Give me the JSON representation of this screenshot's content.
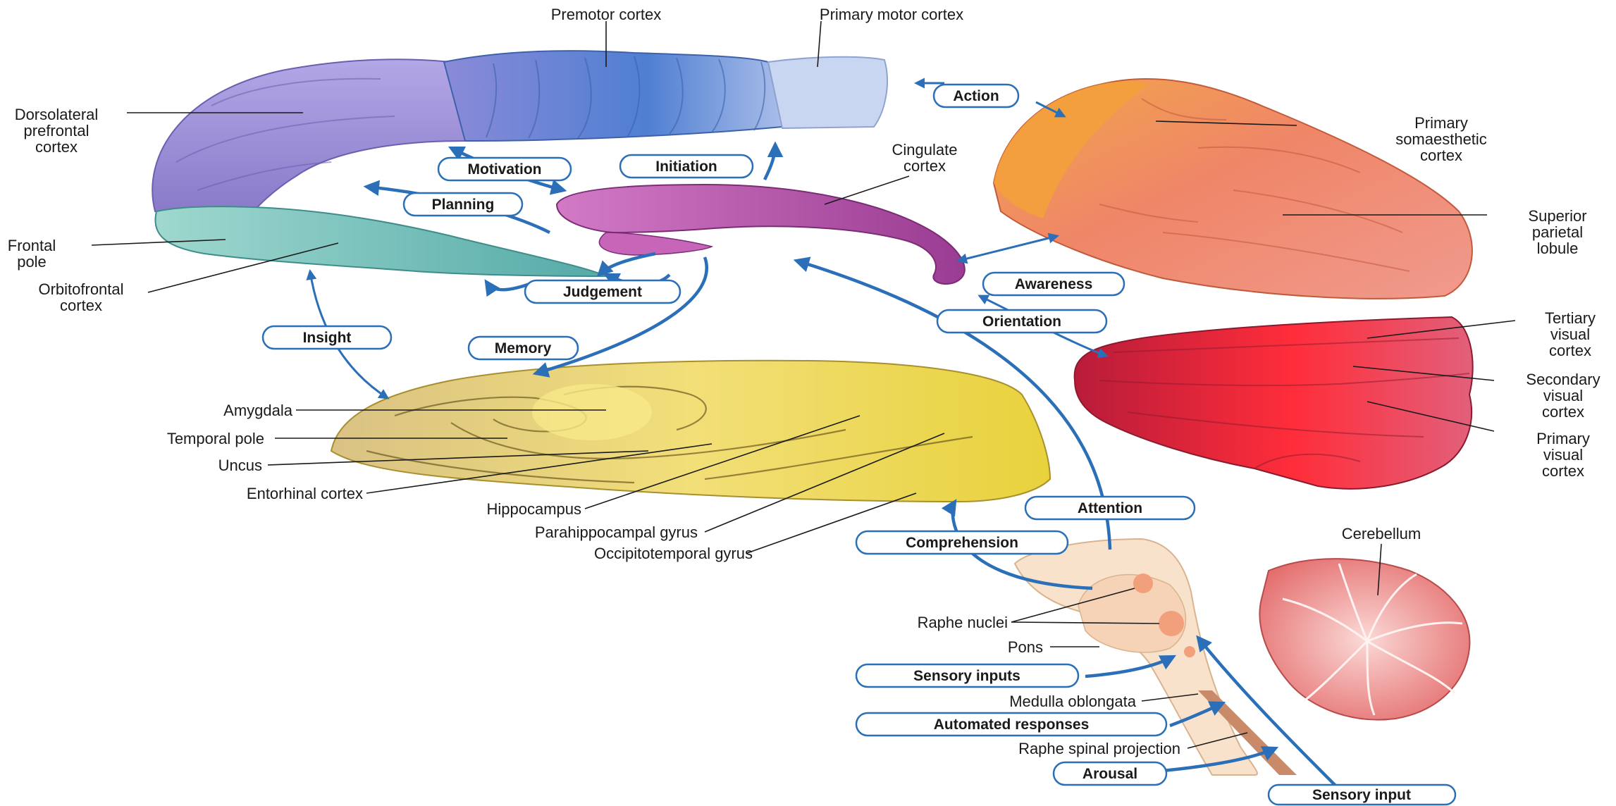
{
  "labels": {
    "premotor": "Premotor cortex",
    "primary_motor": "Primary motor cortex",
    "dlpfc": [
      "Dorsolateral",
      "prefrontal",
      "cortex"
    ],
    "frontal_pole": [
      "Frontal",
      "pole"
    ],
    "orbitofrontal": [
      "Orbitofrontal",
      "cortex"
    ],
    "cingulate": [
      "Cingulate",
      "cortex"
    ],
    "somaesthetic": [
      "Primary",
      "somaesthetic",
      "cortex"
    ],
    "sup_parietal": [
      "Superior",
      "parietal",
      "lobule"
    ],
    "tertiary_visual": [
      "Tertiary",
      "visual",
      "cortex"
    ],
    "secondary_visual": [
      "Secondary",
      "visual",
      "cortex"
    ],
    "primary_visual": [
      "Primary",
      "visual",
      "cortex"
    ],
    "amygdala": "Amygdala",
    "temporal_pole": "Temporal pole",
    "uncus": "Uncus",
    "entorhinal": "Entorhinal cortex",
    "hippocampus": "Hippocampus",
    "parahippocampal": "Parahippocampal gyrus",
    "occipitotemporal": "Occipitotemporal gyrus",
    "cerebellum": "Cerebellum",
    "raphe_nuclei": "Raphe nuclei",
    "pons": "Pons",
    "medulla": "Medulla oblongata",
    "raphe_spinal": "Raphe spinal projection"
  },
  "functions": {
    "action": "Action",
    "motivation": "Motivation",
    "initiation": "Initiation",
    "planning": "Planning",
    "judgement": "Judgement",
    "awareness": "Awareness",
    "orientation": "Orientation",
    "insight": "Insight",
    "memory": "Memory",
    "attention": "Attention",
    "comprehension": "Comprehension",
    "sensory_inputs": "Sensory inputs",
    "automated_responses": "Automated responses",
    "arousal": "Arousal",
    "sensory_input": "Sensory input"
  },
  "colors": {
    "arrow": "#2a6fb8",
    "prefrontal": "#9a8fd6",
    "motor": "#5a86d6",
    "primary_motor": "#c9d6f2",
    "orbitofrontal": "#6fbfb8",
    "cingulate": "#b04fa6",
    "parietal": "#ee8a5f",
    "visual": "#d8283c",
    "temporal": "#e9d56a",
    "brainstem": "#f7dcc4",
    "cerebellum": "#ef8f8f"
  }
}
